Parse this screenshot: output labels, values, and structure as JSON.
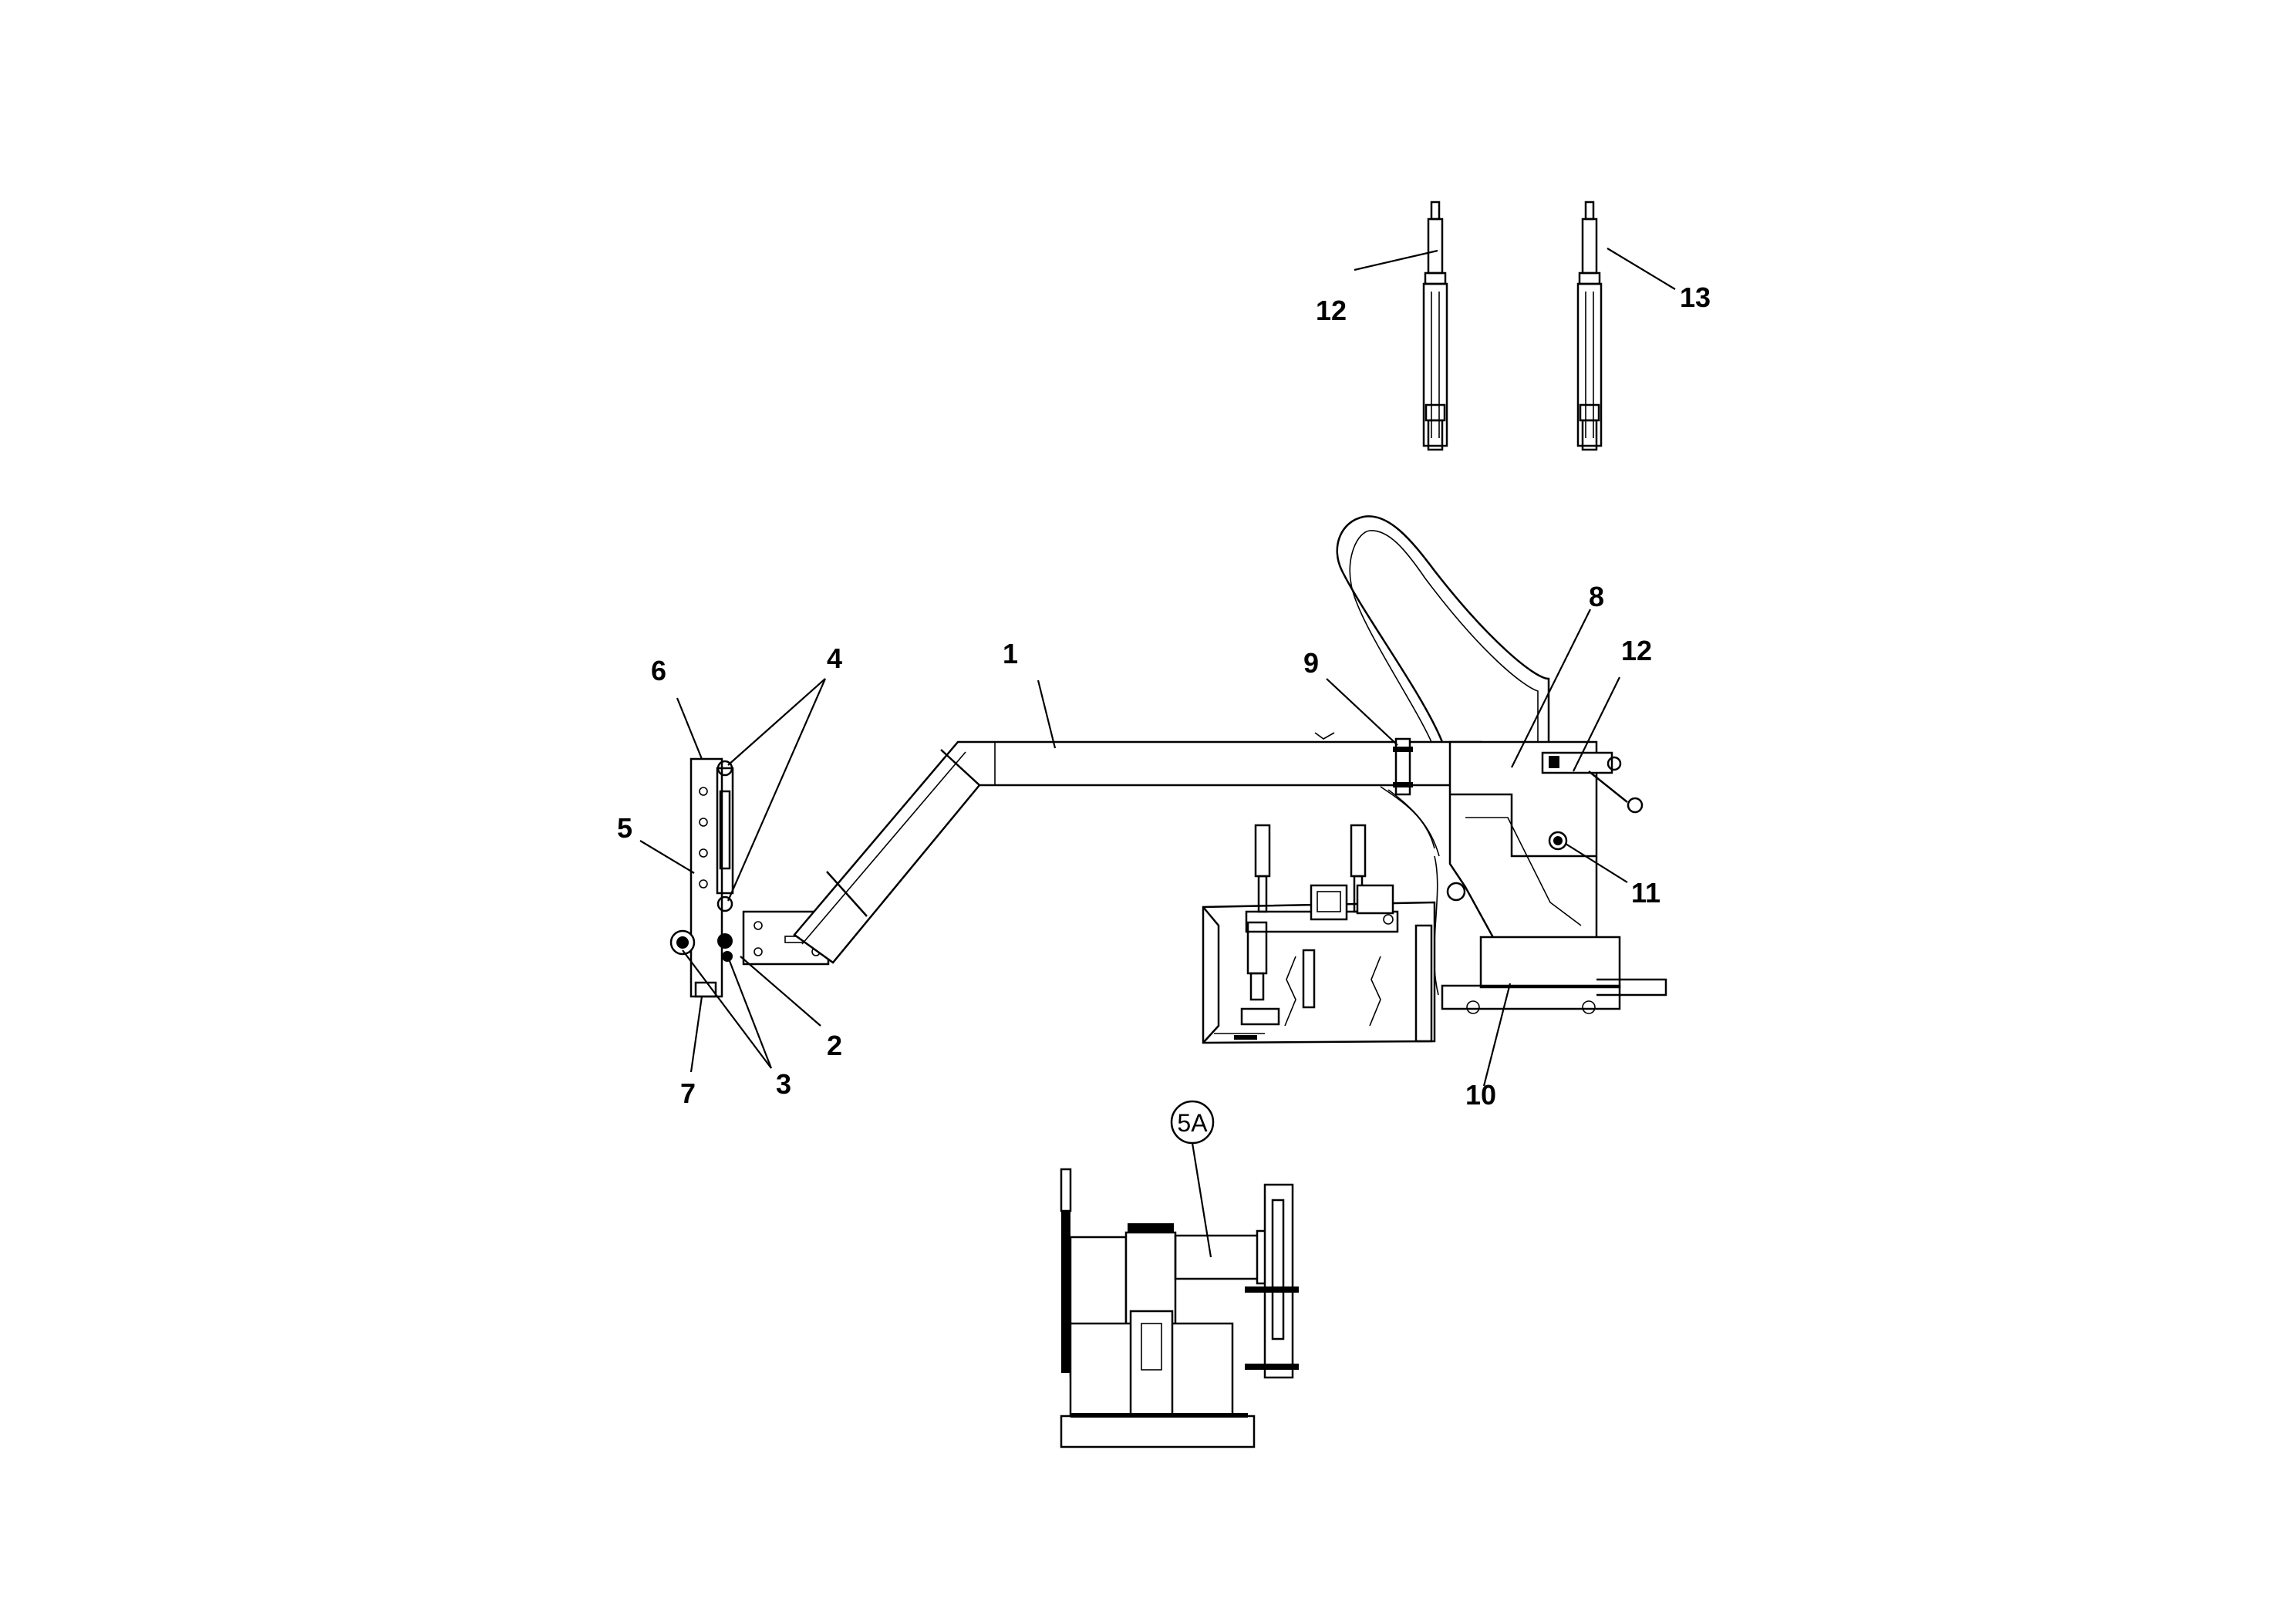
{
  "callouts": {
    "c1": "1",
    "c2": "2",
    "c3": "3",
    "c4": "4",
    "c5": "5",
    "c5a": "5A",
    "c6": "6",
    "c7": "7",
    "c8": "8",
    "c9": "9",
    "c10": "10",
    "c11": "11",
    "c12_main": "12",
    "c12_top": "12",
    "c13": "13"
  }
}
